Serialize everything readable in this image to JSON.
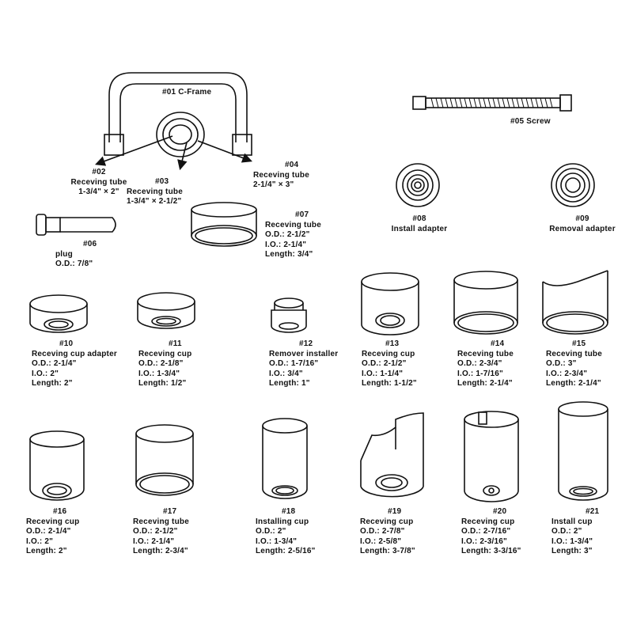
{
  "parts": {
    "p01": {
      "title": "#01 C-Frame"
    },
    "p02": {
      "num": "#02",
      "lines": [
        "Receving tube",
        "1-3/4\" × 2\""
      ]
    },
    "p03": {
      "num": "#03",
      "lines": [
        "Receving tube",
        "1-3/4\" × 2-1/2\""
      ]
    },
    "p04": {
      "num": "#04",
      "lines": [
        "Receving tube",
        "2-1/4\" × 3\""
      ]
    },
    "p05": {
      "title": "#05 Screw"
    },
    "p06": {
      "num": "#06",
      "lines": [
        "plug",
        "O.D.: 7/8\""
      ]
    },
    "p07": {
      "num": "#07",
      "lines": [
        "Receving tube",
        "O.D.: 2-1/2\"",
        "I.O.: 2-1/4\"",
        "Length: 3/4\""
      ]
    },
    "p08": {
      "num": "#08",
      "lines": [
        "Install adapter"
      ]
    },
    "p09": {
      "num": "#09",
      "lines": [
        "Removal adapter"
      ]
    },
    "p10": {
      "num": "#10",
      "lines": [
        "Receving cup adapter",
        "O.D.: 2-1/4\"",
        "I.O.: 2\"",
        "Length: 2\""
      ]
    },
    "p11": {
      "num": "#11",
      "lines": [
        "Receving cup",
        "O.D.: 2-1/8\"",
        "I.O.: 1-3/4\"",
        "Length: 1/2\""
      ]
    },
    "p12": {
      "num": "#12",
      "lines": [
        "Remover installer",
        "O.D.: 1-7/16\"",
        "I.O.: 3/4\"",
        "Length: 1\""
      ]
    },
    "p13": {
      "num": "#13",
      "lines": [
        "Receving cup",
        "O.D.: 2-1/2\"",
        "I.O.: 1-1/4\"",
        "Length: 1-1/2\""
      ]
    },
    "p14": {
      "num": "#14",
      "lines": [
        "Receving tube",
        "O.D.: 2-3/4\"",
        "I.O.: 1-7/16\"",
        "Length: 2-1/4\""
      ]
    },
    "p15": {
      "num": "#15",
      "lines": [
        "Receving tube",
        "O.D.: 3\"",
        "I.O.: 2-3/4\"",
        "Length: 2-1/4\""
      ]
    },
    "p16": {
      "num": "#16",
      "lines": [
        "Receving cup",
        "O.D.: 2-1/4\"",
        "I.O.: 2\"",
        "Length: 2\""
      ]
    },
    "p17": {
      "num": "#17",
      "lines": [
        "Receving tube",
        "O.D.: 2-1/2\"",
        "I.O.: 2-1/4\"",
        "Length: 2-3/4\""
      ]
    },
    "p18": {
      "num": "#18",
      "lines": [
        "Installing cup",
        "O.D.: 2\"",
        "I.O.: 1-3/4\"",
        "Length: 2-5/16\""
      ]
    },
    "p19": {
      "num": "#19",
      "lines": [
        "Receving cup",
        "O.D.: 2-7/8\"",
        "I.O.: 2-5/8\"",
        "Length: 3-7/8\""
      ]
    },
    "p20": {
      "num": "#20",
      "lines": [
        "Receving cup",
        "O.D.: 2-7/16\"",
        "I.O.: 2-3/16\"",
        "Length: 3-3/16\""
      ]
    },
    "p21": {
      "num": "#21",
      "lines": [
        "Install cup",
        "O.D.: 2\"",
        "I.O.:  1-3/4\"",
        "Length: 3\""
      ]
    }
  }
}
